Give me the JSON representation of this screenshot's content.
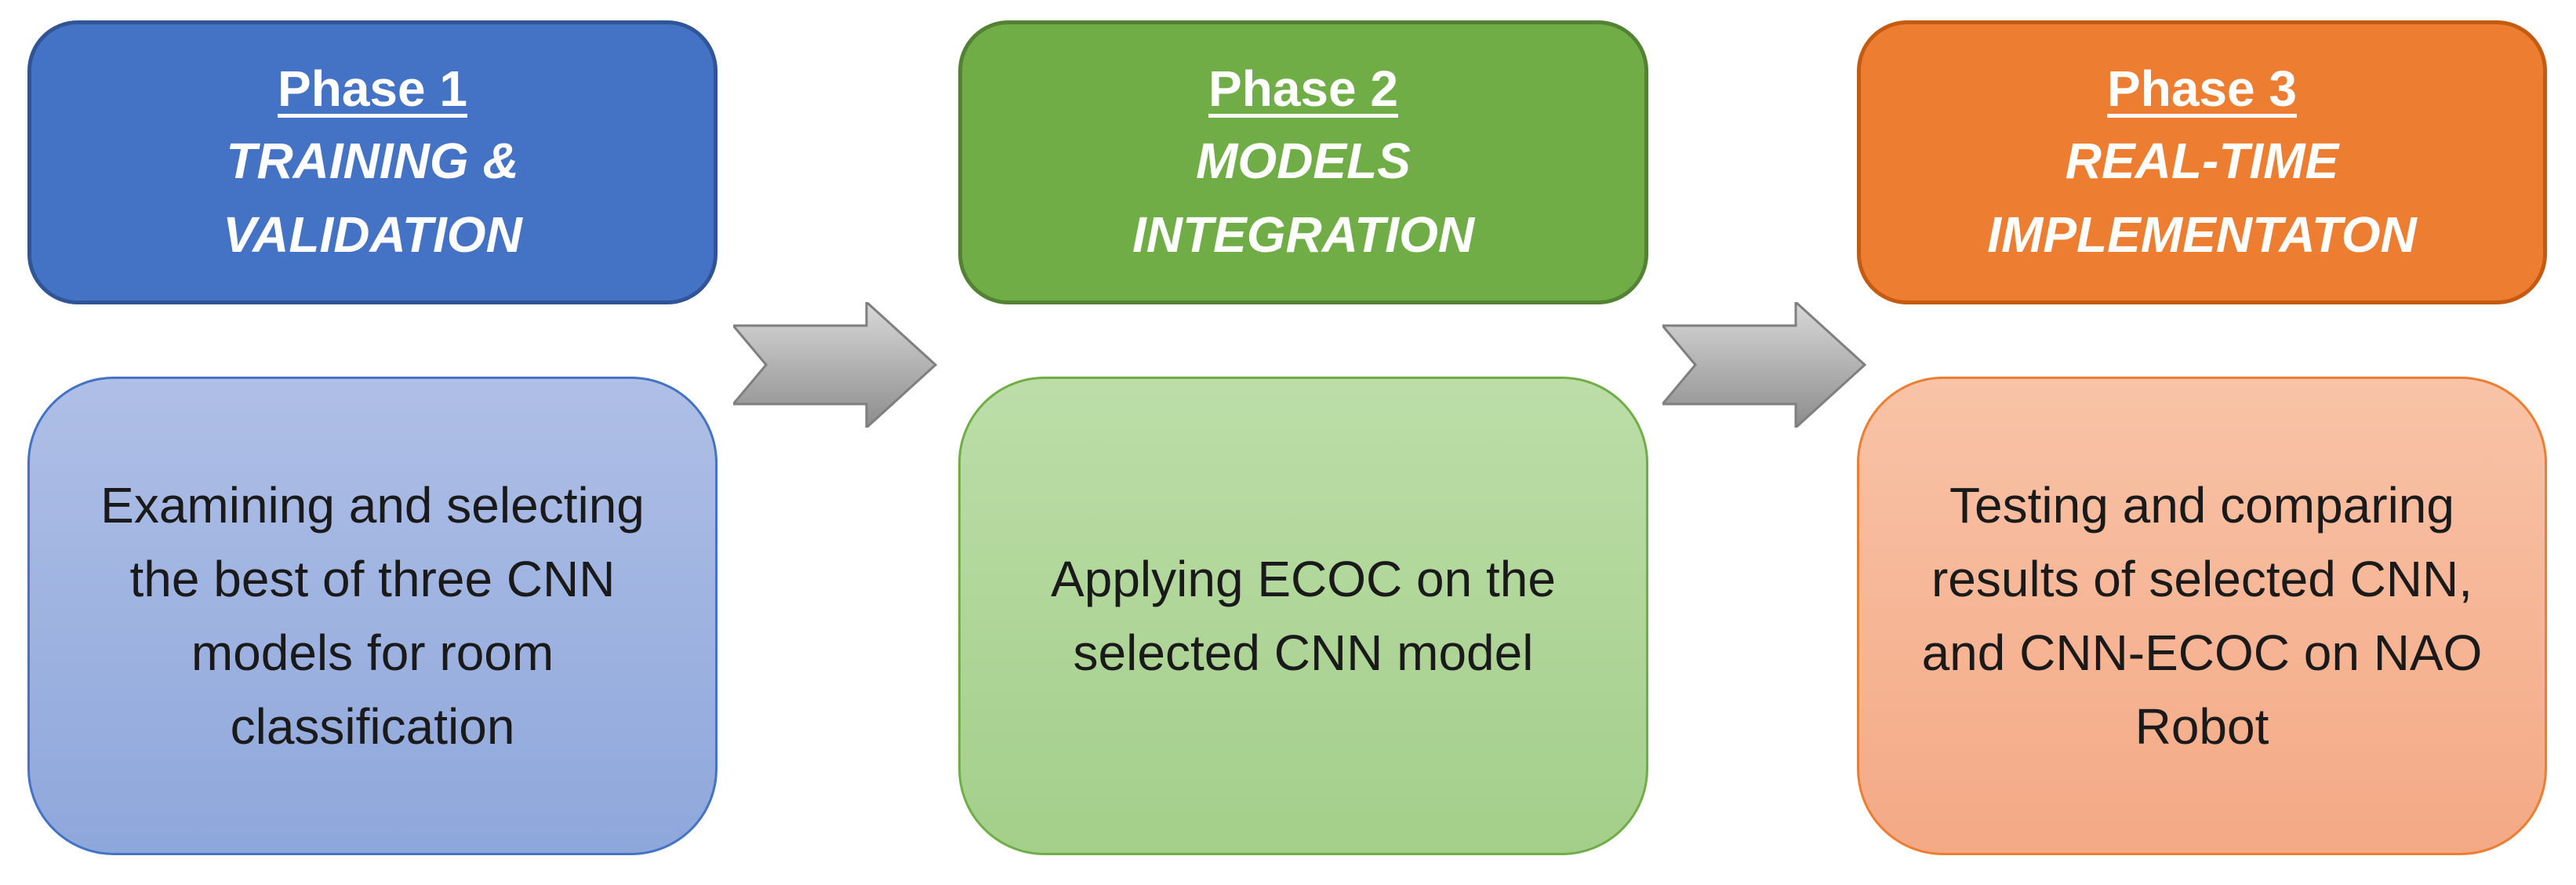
{
  "phases": [
    {
      "number": "Phase 1",
      "name": "TRAINING &\nVALIDATION",
      "description": "Examining and selecting the best of three CNN models for room classification",
      "colors": {
        "header_fill": "#4472C4",
        "header_border": "#2F5597",
        "body_fill_top": "#AFBFE6",
        "body_fill_bottom": "#8EA7DB",
        "body_border": "#4472C4"
      }
    },
    {
      "number": "Phase 2",
      "name": "MODELS\nINTEGRATION",
      "description": "Applying ECOC on the selected CNN model",
      "colors": {
        "header_fill": "#70AD47",
        "header_border": "#548235",
        "body_fill_top": "#BCDDA8",
        "body_fill_bottom": "#A3CF8A",
        "body_border": "#70AD47"
      }
    },
    {
      "number": "Phase 3",
      "name": "REAL-TIME\nIMPLEMENTATON",
      "description": "Testing and comparing results of selected CNN, and CNN-ECOC on NAO Robot",
      "colors": {
        "header_fill": "#ED7D31",
        "header_border": "#C55A11",
        "body_fill_top": "#F8C3A7",
        "body_fill_bottom": "#F4A985",
        "body_border": "#ED7D31"
      }
    }
  ],
  "arrows": {
    "icon": "right-arrow-icon",
    "fill_light": "#D9D9D9",
    "fill_dark": "#8C8C8C"
  }
}
